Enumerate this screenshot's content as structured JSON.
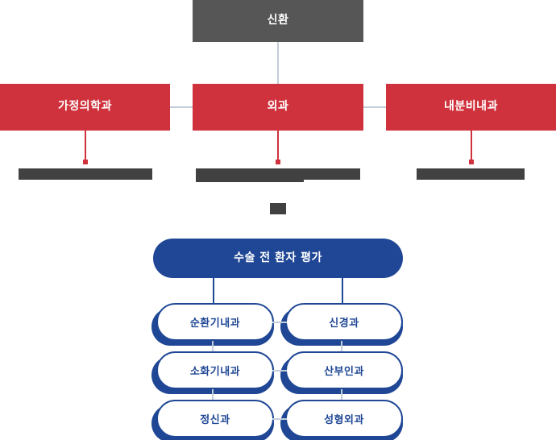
{
  "diagram": {
    "title_root": "신환",
    "departments": [
      {
        "label": "가정의학과"
      },
      {
        "label": "외과"
      },
      {
        "label": "내분비내과"
      }
    ],
    "redactions": [
      {
        "name": "redacted-text-left"
      },
      {
        "name": "redacted-text-center-line1"
      },
      {
        "name": "redacted-text-center-line2"
      },
      {
        "name": "redacted-text-right"
      },
      {
        "name": "redacted-text-small"
      }
    ],
    "evaluation": {
      "label": "수술 전 환자 평가"
    },
    "specialties": [
      {
        "label": "순환기내과"
      },
      {
        "label": "신경과"
      },
      {
        "label": "소화기내과"
      },
      {
        "label": "산부인과"
      },
      {
        "label": "정신과"
      },
      {
        "label": "성형외과"
      }
    ],
    "colors": {
      "root": "#565656",
      "department": "#cf323c",
      "evaluation": "#1f4795",
      "specialty_border": "#1f4795",
      "connector": "#c2cdda",
      "connector_red": "#cf323c",
      "redaction": "#414141"
    }
  }
}
